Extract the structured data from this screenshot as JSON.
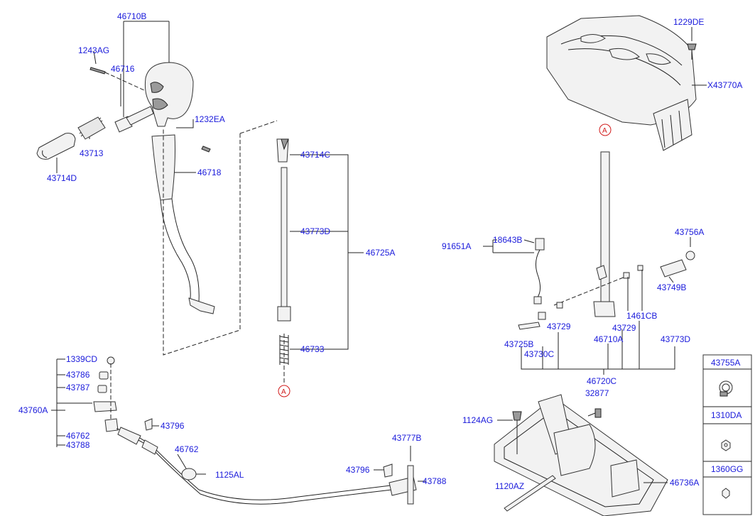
{
  "labels": {
    "l46710B": "46710B",
    "l1243AG": "1243AG",
    "l46716": "46716",
    "l1232EA": "1232EA",
    "l43713": "43713",
    "l43714D": "43714D",
    "l46718": "46718",
    "l43714C": "43714C",
    "l43773D_mid": "43773D",
    "l46725A": "46725A",
    "l46733": "46733",
    "l1229DE": "1229DE",
    "lX43770A": "X43770A",
    "l91651A": "91651A",
    "l18643B": "18643B",
    "l43756A": "43756A",
    "l43749B": "43749B",
    "l1461CB": "1461CB",
    "l43729a": "43729",
    "l43729b": "43729",
    "l43725B": "43725B",
    "l43730C": "43730C",
    "l46710A": "46710A",
    "l43773D_right": "43773D",
    "l46720C": "46720C",
    "l32877": "32877",
    "l1124AG": "1124AG",
    "l1120AZ": "1120AZ",
    "l46736A": "46736A",
    "l1339CD": "1339CD",
    "l43786": "43786",
    "l43787": "43787",
    "l43760A": "43760A",
    "l46762a": "46762",
    "l43788a": "43788",
    "l43796a": "43796",
    "l46762b": "46762",
    "l1125AL": "1125AL",
    "l43777B": "43777B",
    "l43796b": "43796",
    "l43788b": "43788"
  },
  "markers": {
    "a_bottom": "A",
    "a_top": "A"
  },
  "legend": {
    "items": [
      "43755A",
      "1310DA",
      "1360GG"
    ]
  }
}
